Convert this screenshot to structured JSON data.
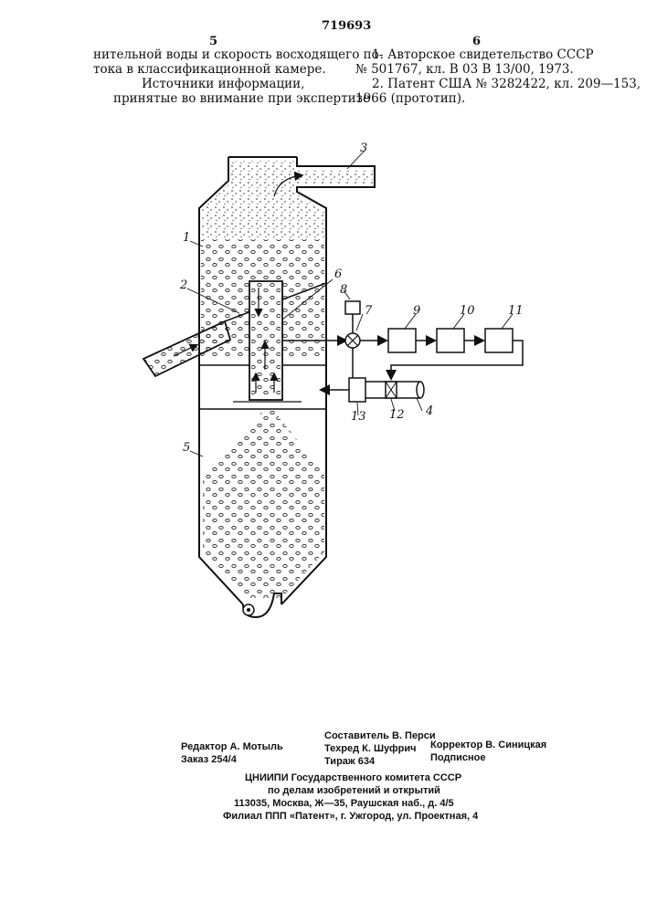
{
  "header": {
    "left_col_num": "5",
    "patent_number": "719693",
    "right_col_num": "6"
  },
  "left_column": {
    "line1": "нительной воды и скорость восходящего по-",
    "line2": "тока в классификационной камере.",
    "line3": "Источники информации,",
    "line4": "принятые во внимание при экспертизе"
  },
  "right_column": {
    "line1": "1. Авторское свидетельство СССР",
    "line2": "№ 501767, кл. В 03 В 13/00, 1973.",
    "line3": "2. Патент США № 3282422, кл. 209—153,",
    "line4": "1966 (прототип)."
  },
  "figure": {
    "labels": {
      "l1": "1",
      "l2": "2",
      "l3": "3",
      "l4": "4",
      "l5": "5",
      "l6": "6",
      "l7": "7",
      "l8": "8",
      "l9": "9",
      "l10": "10",
      "l11": "11",
      "l12": "12",
      "l13": "13"
    }
  },
  "colophon": {
    "editor": "Редактор А. Мотыль",
    "order": "Заказ 254/4",
    "compiler": "Составитель В. Перси",
    "techred": "Техред К. Шуфрич",
    "circulation": "Тираж 634",
    "corrector": "Корректор В. Синицкая",
    "subscription": "Подписное",
    "org1": "ЦНИИПИ Государственного комитета СССР",
    "org2": "по делам изобретений и открытий",
    "org3": "113035, Москва, Ж—35, Раушская наб., д. 4/5",
    "org4": "Филиал ППП «Патент», г. Ужгород, ул. Проектная, 4"
  }
}
